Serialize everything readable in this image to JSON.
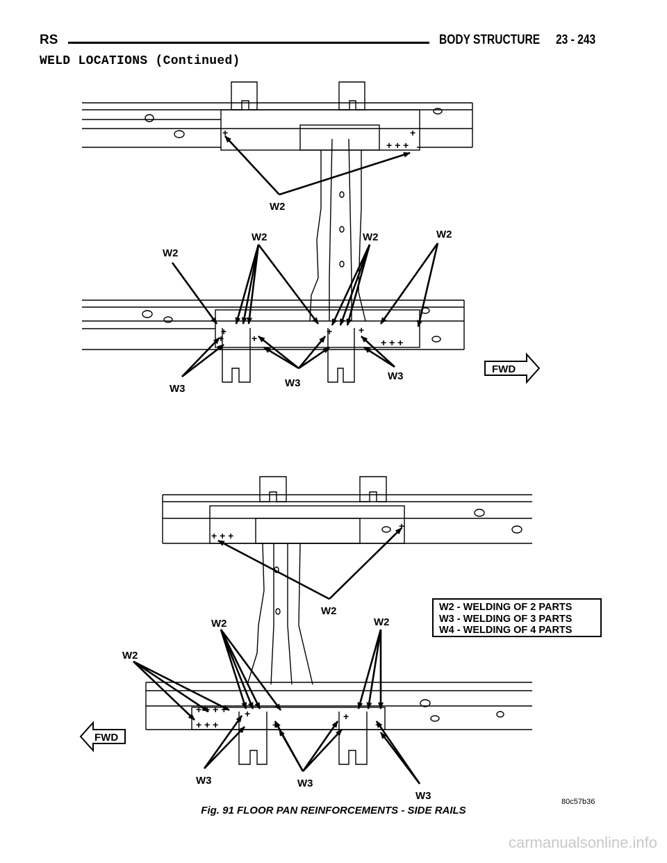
{
  "header": {
    "left": "RS",
    "title": "BODY STRUCTURE",
    "page": "23 - 243"
  },
  "section_title": "WELD LOCATIONS (Continued)",
  "figure": {
    "top_view": {
      "labels": {
        "w2_upper": "W2",
        "w2_left": "W2",
        "w2_mid1": "W2",
        "w2_mid2": "W2",
        "w2_right": "W2",
        "w3_left": "W3",
        "w3_mid": "W3",
        "w3_right": "W3"
      },
      "fwd": "FWD"
    },
    "bottom_view": {
      "labels": {
        "w2_upper": "W2",
        "w2_left": "W2",
        "w2_mid1": "W2",
        "w2_mid2": "W2",
        "w3_left": "W3",
        "w3_mid": "W3",
        "w3_right": "W3"
      },
      "fwd": "FWD"
    },
    "legend": [
      "W2 - WELDING OF 2 PARTS",
      "W3 - WELDING OF 3 PARTS",
      "W4 - WELDING OF 4 PARTS"
    ],
    "code": "80c57b36",
    "caption": "Fig. 91 FLOOR PAN REINFORCEMENTS - SIDE RAILS"
  },
  "watermark": "carmanualsonline.info"
}
